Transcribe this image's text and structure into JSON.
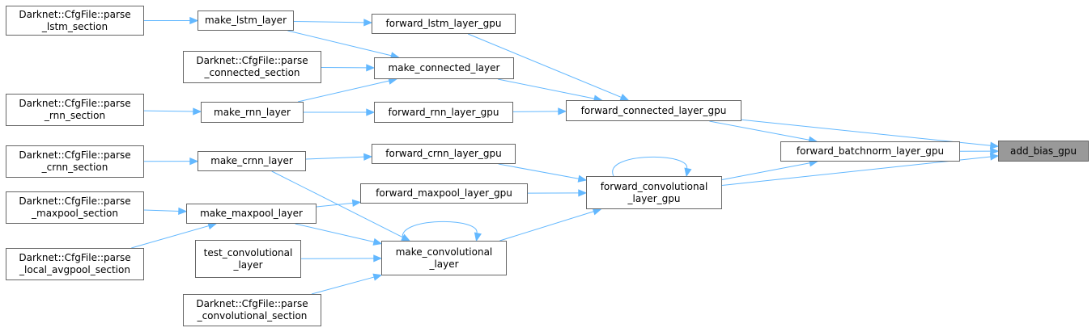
{
  "colors": {
    "edge": "#63b8ff",
    "current_fill": "#999999",
    "border": "#666666"
  },
  "nodes": {
    "p_lstm": "Darknet::CfgFile::parse\n_lstm_section",
    "make_lstm": "make_lstm_layer",
    "fwd_lstm": "forward_lstm_layer_gpu",
    "p_conn": "Darknet::CfgFile::parse\n_connected_section",
    "make_conn": "make_connected_layer",
    "p_rnn": "Darknet::CfgFile::parse\n_rnn_section",
    "make_rnn": "make_rnn_layer",
    "fwd_rnn": "forward_rnn_layer_gpu",
    "fwd_conn": "forward_connected_layer_gpu",
    "p_crnn": "Darknet::CfgFile::parse\n_crnn_section",
    "make_crnn": "make_crnn_layer",
    "fwd_crnn": "forward_crnn_layer_gpu",
    "fwd_bn": "forward_batchnorm_layer_gpu",
    "add_bias": "add_bias_gpu",
    "fwd_conv": "forward_convolutional\n_layer_gpu",
    "p_maxpool": "Darknet::CfgFile::parse\n_maxpool_section",
    "make_maxpool": "make_maxpool_layer",
    "fwd_maxpool": "forward_maxpool_layer_gpu",
    "p_local": "Darknet::CfgFile::parse\n_local_avgpool_section",
    "test_conv": "test_convolutional\n_layer",
    "make_conv": "make_convolutional\n_layer",
    "p_conv": "Darknet::CfgFile::parse\n_convolutional_section"
  },
  "current_node": "add_bias",
  "edges": [
    [
      "p_lstm",
      "make_lstm"
    ],
    [
      "make_lstm",
      "fwd_lstm"
    ],
    [
      "make_lstm",
      "make_conn"
    ],
    [
      "p_conn",
      "make_conn"
    ],
    [
      "make_rnn",
      "make_conn"
    ],
    [
      "p_rnn",
      "make_rnn"
    ],
    [
      "make_rnn",
      "fwd_rnn"
    ],
    [
      "fwd_lstm",
      "fwd_conn"
    ],
    [
      "make_conn",
      "fwd_conn"
    ],
    [
      "fwd_rnn",
      "fwd_conn"
    ],
    [
      "fwd_conn",
      "add_bias"
    ],
    [
      "fwd_conn",
      "fwd_bn"
    ],
    [
      "fwd_bn",
      "add_bias"
    ],
    [
      "fwd_conv",
      "fwd_bn"
    ],
    [
      "fwd_conv",
      "add_bias"
    ],
    [
      "fwd_conv",
      "fwd_conv"
    ],
    [
      "p_crnn",
      "make_crnn"
    ],
    [
      "make_crnn",
      "fwd_crnn"
    ],
    [
      "make_crnn",
      "make_conv"
    ],
    [
      "fwd_crnn",
      "fwd_conv"
    ],
    [
      "fwd_maxpool",
      "fwd_conv"
    ],
    [
      "make_maxpool",
      "fwd_maxpool"
    ],
    [
      "p_maxpool",
      "make_maxpool"
    ],
    [
      "p_local",
      "make_maxpool"
    ],
    [
      "make_maxpool",
      "make_conv"
    ],
    [
      "test_conv",
      "make_conv"
    ],
    [
      "p_conv",
      "make_conv"
    ],
    [
      "make_conv",
      "make_conv"
    ],
    [
      "make_conv",
      "fwd_conv"
    ]
  ]
}
